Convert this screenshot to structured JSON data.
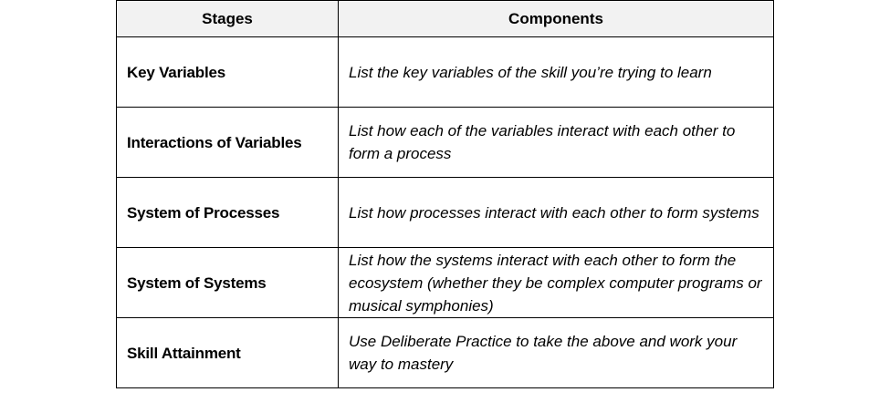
{
  "table": {
    "headers": {
      "stages": "Stages",
      "components": "Components"
    },
    "rows": [
      {
        "stage": "Key Variables",
        "component": "List the key variables of the skill you’re trying to learn"
      },
      {
        "stage": "Interactions of Variables",
        "component": "List how each of the variables interact with each other to form a process"
      },
      {
        "stage": "System of Processes",
        "component": "List how processes interact with each other to form systems"
      },
      {
        "stage": "System of Systems",
        "component": "List how the systems interact with each other to form the ecosystem (whether they be complex computer programs or musical symphonies)"
      },
      {
        "stage": "Skill Attainment",
        "component": "Use Deliberate Practice to take the above and work your way to mastery"
      }
    ]
  }
}
